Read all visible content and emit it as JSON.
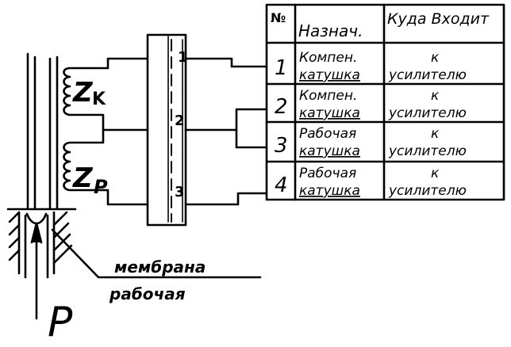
{
  "coils": {
    "compensation": {
      "symbol": "Z",
      "subscript": "K"
    },
    "working": {
      "symbol": "Z",
      "subscript": "P"
    }
  },
  "terminals": [
    "1",
    "2",
    "3"
  ],
  "membrane_label": {
    "line1": "мембрана",
    "line2": "рабочая"
  },
  "pressure_label": "P",
  "table": {
    "headers": [
      "№",
      "Назнач.",
      "Куда Входит"
    ],
    "rows": [
      {
        "no": "1",
        "purpose": [
          "Компен.",
          "катушка"
        ],
        "dest": [
          "к",
          "усилителю"
        ]
      },
      {
        "no": "2",
        "purpose": [
          "Компен.",
          "катушка"
        ],
        "dest": [
          "к",
          "усилителю"
        ]
      },
      {
        "no": "3",
        "purpose": [
          "Рабочая",
          "катушка"
        ],
        "dest": [
          "к",
          "усилителю"
        ]
      },
      {
        "no": "4",
        "purpose": [
          "Рабочая",
          "катушка"
        ],
        "dest": [
          "к",
          "усилителю"
        ]
      }
    ]
  }
}
